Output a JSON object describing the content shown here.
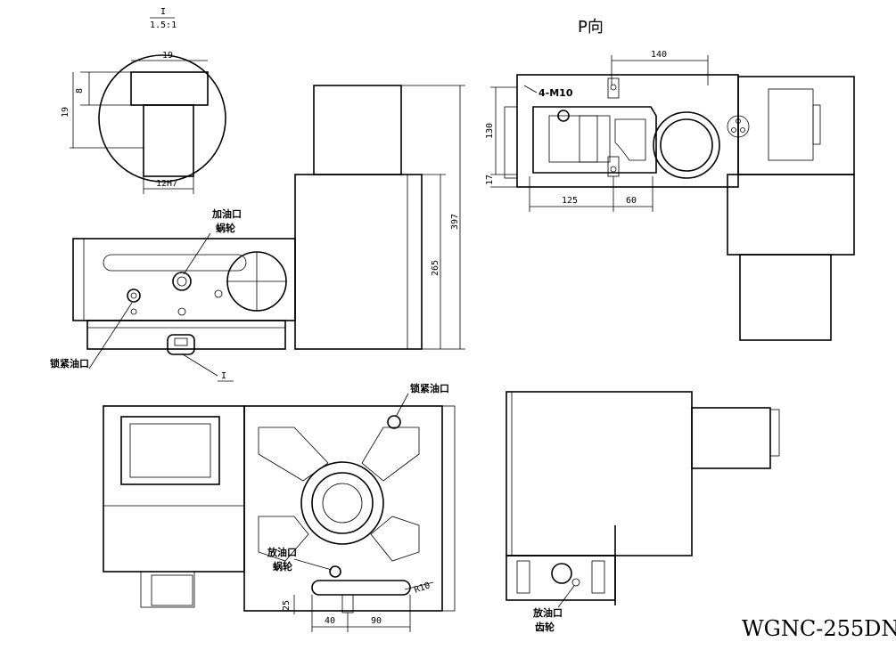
{
  "model": "WGNC-255DN",
  "detail": {
    "label": "I",
    "scale": "1.5:1",
    "dim_width": "19",
    "dim_depth": "8",
    "dim_height": "19",
    "dim_slot": "12H7",
    "marker": "I"
  },
  "view_p": {
    "label": "P向",
    "dim_top": "140",
    "dim_holes": "4-M10",
    "dim_height": "130",
    "dim_small": "17",
    "dim_left": "125",
    "dim_right": "60"
  },
  "front": {
    "dim_total": "397",
    "dim_body": "265",
    "oil_fill": "加油口",
    "worm": "蜗轮",
    "lock_oil": "锁紧油口"
  },
  "top": {
    "lock_oil": "锁紧油口",
    "drain_oil": "放油口",
    "worm": "蜗轮",
    "radius": "R10",
    "dim_25": "25",
    "dim_40": "40",
    "dim_90": "90"
  },
  "side": {
    "drain_oil": "放油口",
    "gear": "齿轮"
  }
}
